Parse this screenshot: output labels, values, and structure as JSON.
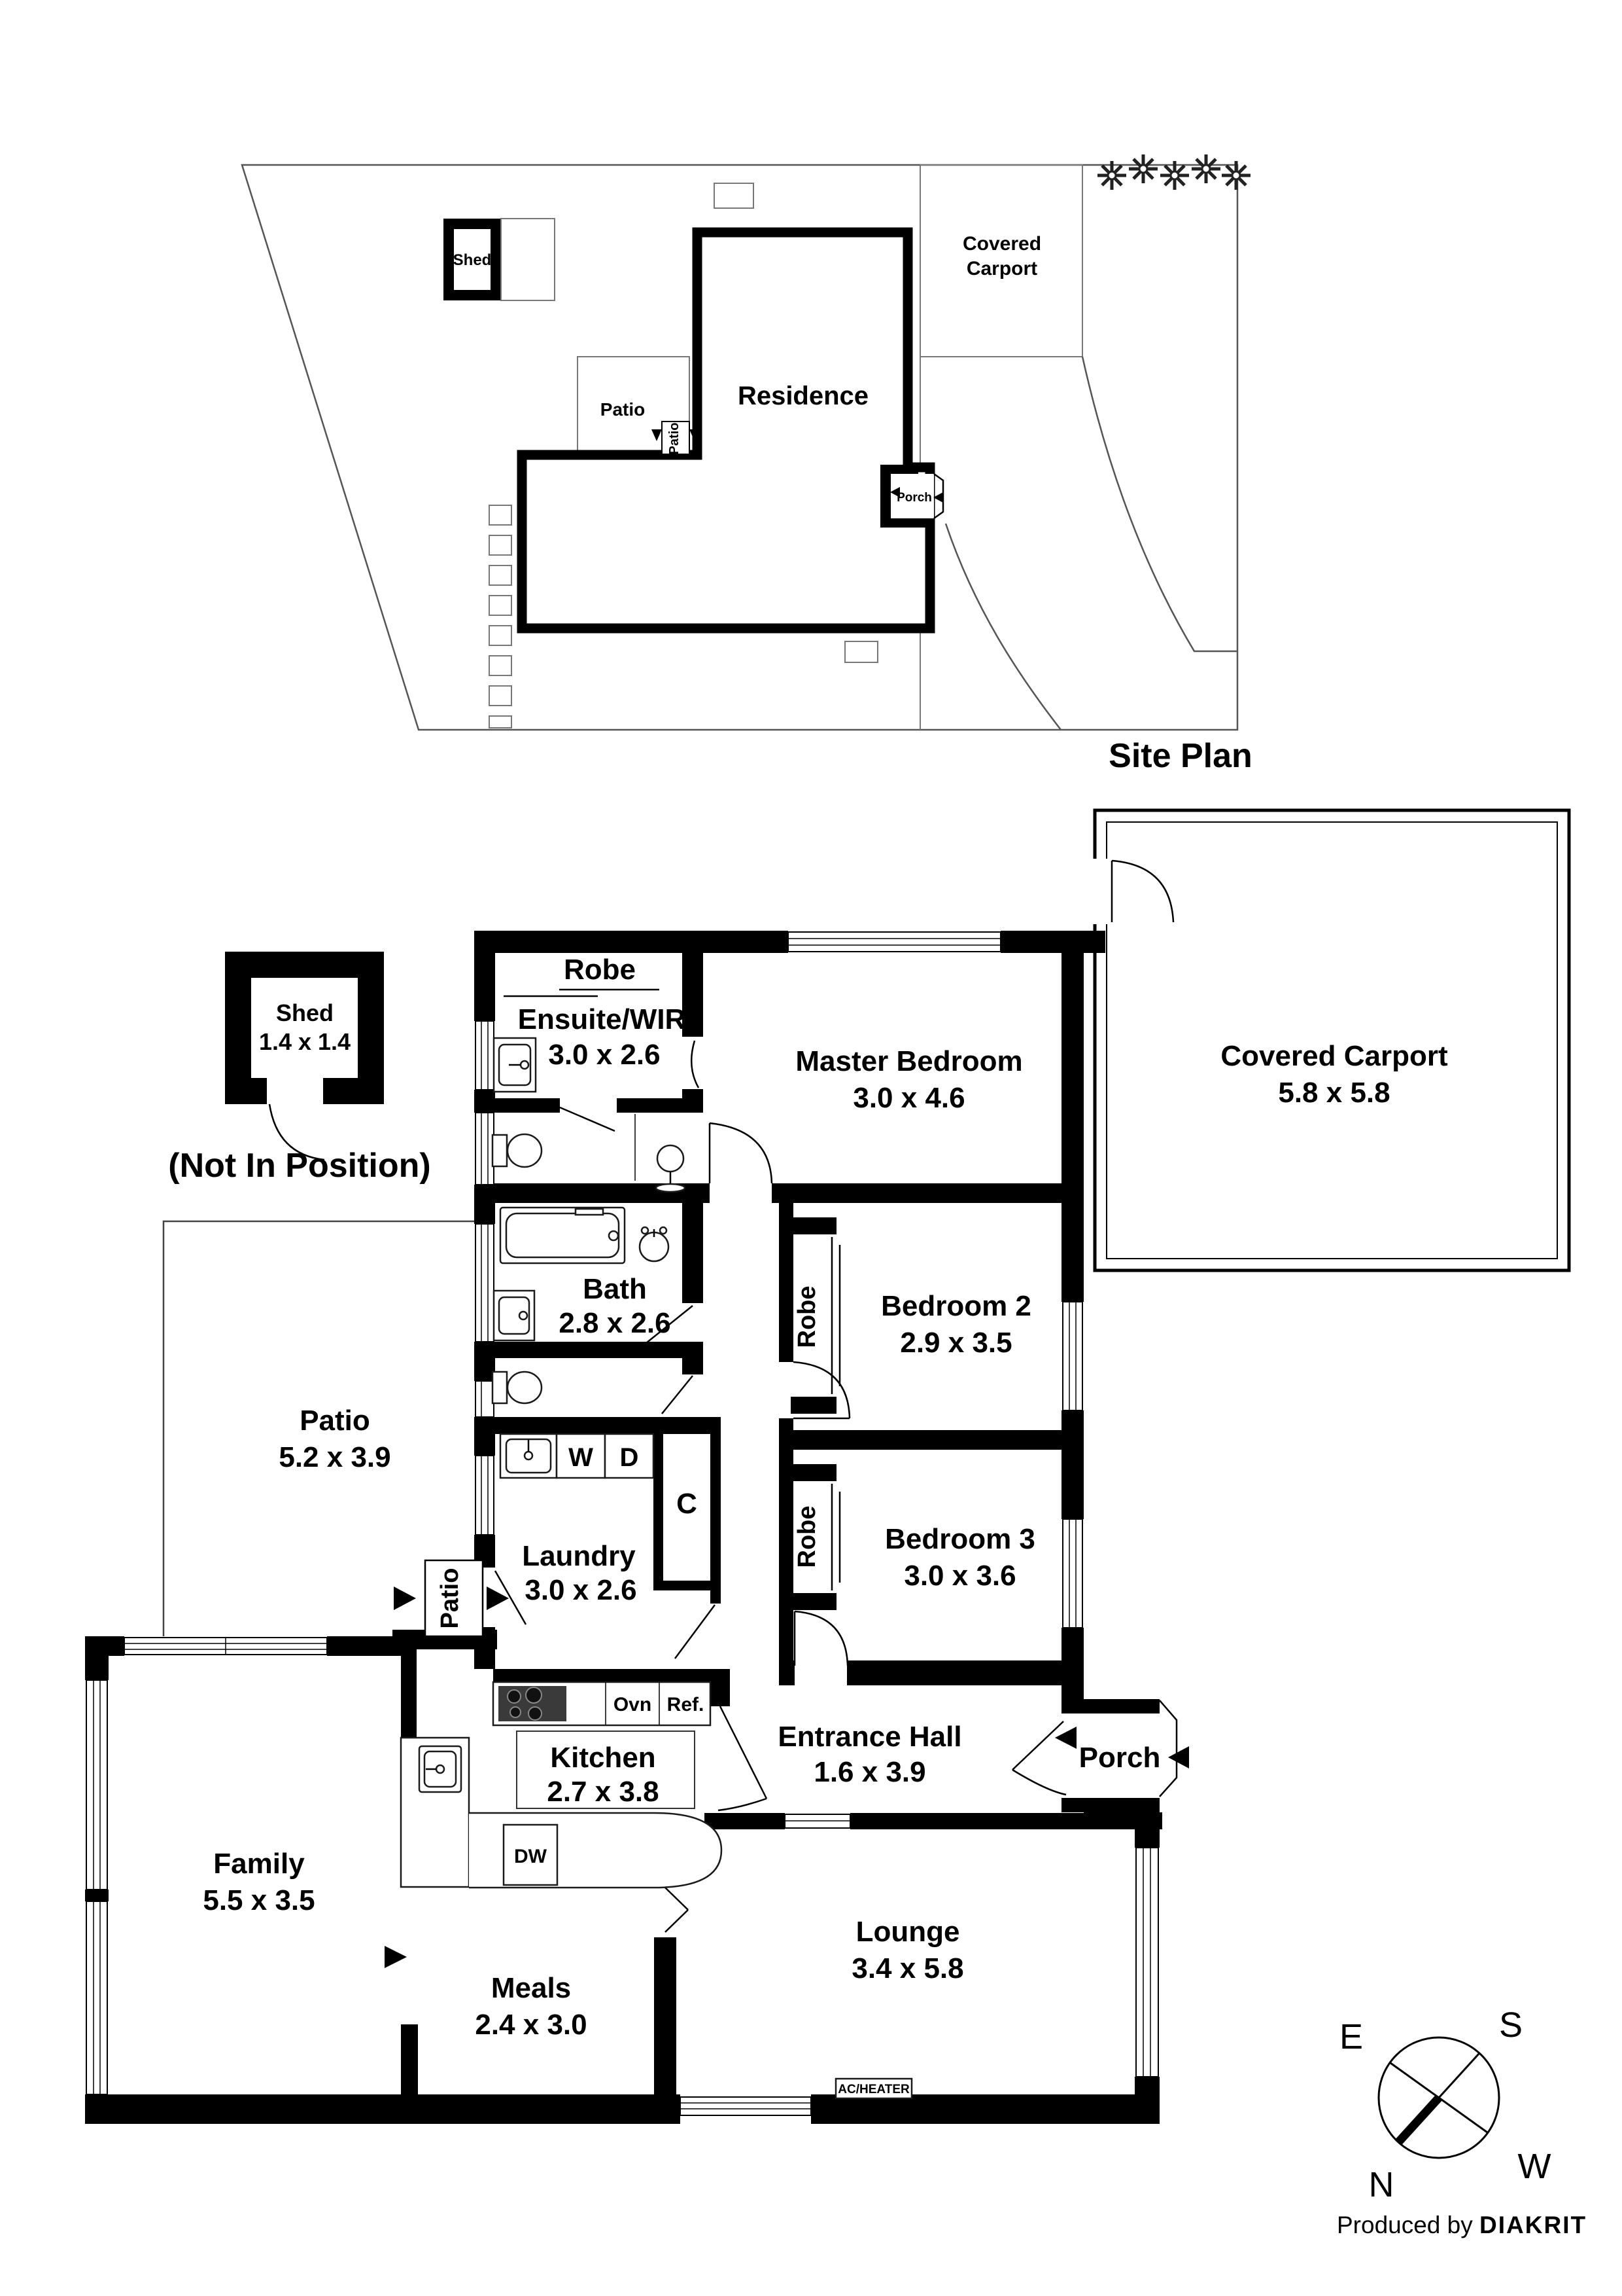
{
  "colors": {
    "ink": "#000000",
    "background": "#ffffff"
  },
  "site_plan": {
    "title": "Site Plan",
    "shed": "Shed",
    "carport_line1": "Covered",
    "carport_line2": "Carport",
    "patio": "Patio",
    "patio_door": "Patio",
    "residence": "Residence",
    "porch": "Porch"
  },
  "floor_plan": {
    "shed_name": "Shed",
    "shed_dims": "1.4 x 1.4",
    "not_in_position": "(Not In Position)",
    "carport_name": "Covered Carport",
    "carport_dims": "5.8 x 5.8",
    "robe_top": "Robe",
    "ensuite_name": "Ensuite/WIR",
    "ensuite_dims": "3.0 x 2.6",
    "master_name": "Master Bedroom",
    "master_dims": "3.0 x 4.6",
    "bath_name": "Bath",
    "bath_dims": "2.8 x 2.6",
    "bed2_robe": "Robe",
    "bed2_name": "Bedroom 2",
    "bed2_dims": "2.9 x 3.5",
    "patio_name": "Patio",
    "patio_dims": "5.2 x 3.9",
    "laundry_name": "Laundry",
    "laundry_dims": "3.0 x 2.6",
    "w": "W",
    "d": "D",
    "c": "C",
    "bed3_robe": "Robe",
    "bed3_name": "Bedroom 3",
    "bed3_dims": "3.0 x 3.6",
    "patio_door": "Patio",
    "kitchen_name": "Kitchen",
    "kitchen_dims": "2.7 x 3.8",
    "ovn": "Ovn",
    "ref": "Ref.",
    "dw": "DW",
    "hall_name": "Entrance Hall",
    "hall_dims": "1.6 x 3.9",
    "porch": "Porch",
    "family_name": "Family",
    "family_dims": "5.5 x 3.5",
    "meals_name": "Meals",
    "meals_dims": "2.4 x 3.0",
    "lounge_name": "Lounge",
    "lounge_dims": "3.4 x 5.8",
    "ac_heater": "AC/HEATER"
  },
  "compass": {
    "n": "N",
    "e": "E",
    "s": "S",
    "w": "W"
  },
  "credit": {
    "prefix": "Produced by ",
    "brand": "DIAKRIT"
  }
}
